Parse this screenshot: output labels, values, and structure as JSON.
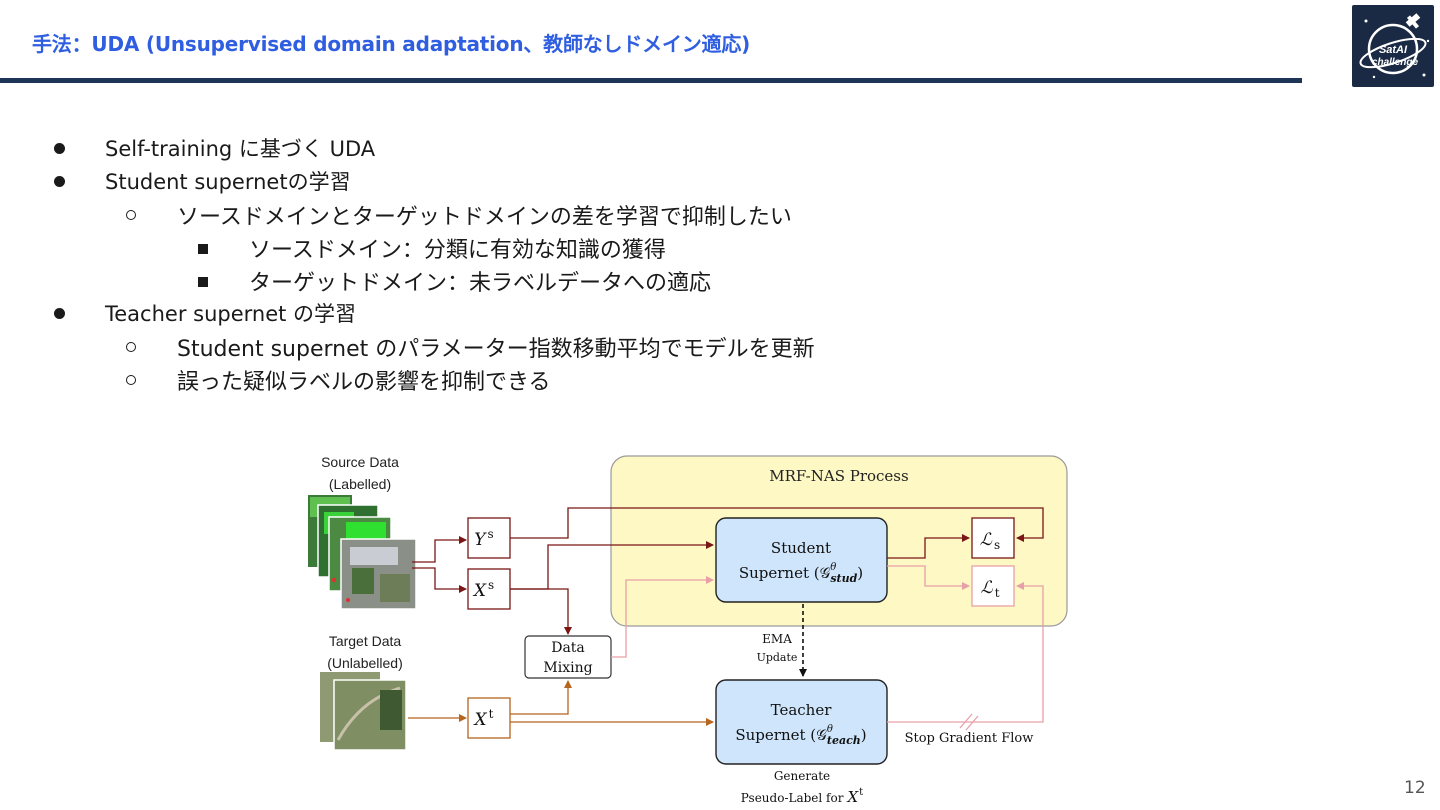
{
  "title": "手法：UDA (Unsupervised domain adaptation、教師なしドメイン適応)",
  "page_number": "12",
  "logo": {
    "icon": "satellite-logo-icon",
    "text": "SatAI challenge"
  },
  "colors": {
    "title": "#2f5fe0",
    "rule": "#1d3557",
    "process_bg": "#fdf8c4",
    "supernet_bg": "#cfe5fb",
    "dark_red": "#7a1616",
    "orange": "#b5651d",
    "pink": "#e8a0a8"
  },
  "bullets": [
    {
      "level": 1,
      "text": "Self-training に基づく UDA"
    },
    {
      "level": 1,
      "text": "Student supernetの学習"
    },
    {
      "level": 2,
      "text": "ソースドメインとターゲットドメインの差を学習で抑制したい"
    },
    {
      "level": 3,
      "text": "ソースドメイン：分類に有効な知識の獲得"
    },
    {
      "level": 3,
      "text": "ターゲットドメイン：未ラベルデータへの適応"
    },
    {
      "level": 1,
      "text": "Teacher supernet の学習"
    },
    {
      "level": 2,
      "text": "Student supernet のパラメーター指数移動平均でモデルを更新"
    },
    {
      "level": 2,
      "text": "誤った疑似ラベルの影響を抑制できる"
    }
  ],
  "diagram": {
    "source_label_1": "Source Data",
    "source_label_2": "(Labelled)",
    "target_label_1": "Target Data",
    "target_label_2": "(Unlabelled)",
    "process_title": "MRF-NAS Process",
    "ys": "Y",
    "ys_sup": "s",
    "xs": "X",
    "xs_sup": "s",
    "xt": "X",
    "xt_sup": "t",
    "data_mixing_1": "Data",
    "data_mixing_2": "Mixing",
    "student_1": "Student",
    "student_2": "Supernet (𝒢",
    "student_sub": "stud",
    "teacher_1": "Teacher",
    "teacher_2": "Supernet (𝒢",
    "teacher_sub": "teach",
    "theta": "θ",
    "close_paren": ")",
    "loss_s": "ℒ",
    "loss_s_sub": "s",
    "loss_t": "ℒ",
    "loss_t_sub": "t",
    "ema_1": "EMA",
    "ema_2": "Update",
    "stop_gradient": "Stop Gradient Flow",
    "generate_1": "Generate",
    "generate_2": "Pseudo-Label for",
    "generate_x": "X",
    "generate_sup": "t"
  }
}
